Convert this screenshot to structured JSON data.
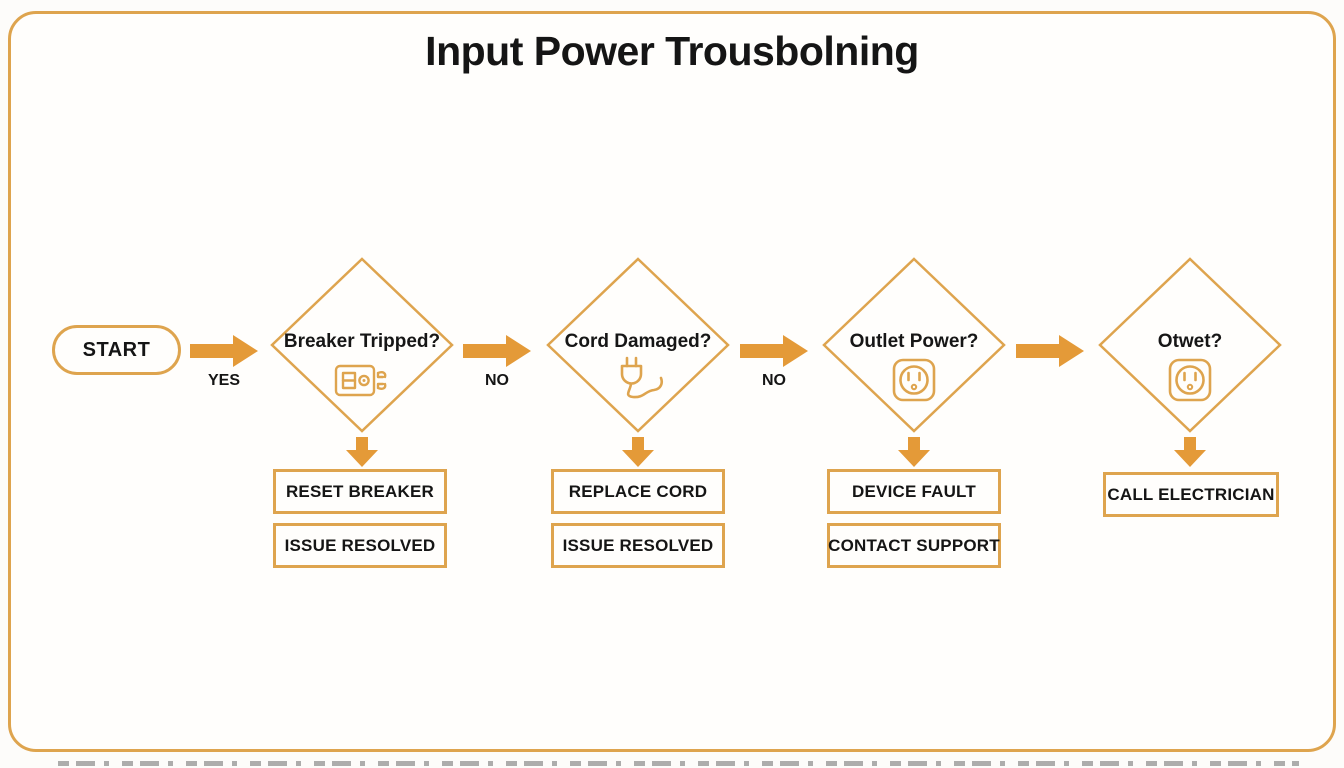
{
  "title": "Input Power Trousbolning",
  "colors": {
    "accent": "#E49A38",
    "outline": "#DEA44E",
    "ink": "#151515"
  },
  "flow": {
    "start_label": "START",
    "connectors": [
      {
        "label": "YES"
      },
      {
        "label": "NO"
      },
      {
        "label": "NO"
      },
      {
        "label": ""
      }
    ],
    "decisions": [
      {
        "label": "Breaker Tripped?",
        "icon": "breaker-icon"
      },
      {
        "label": "Cord Damaged?",
        "icon": "plug-cord-icon"
      },
      {
        "label": "Outlet Power?",
        "icon": "outlet-icon"
      },
      {
        "label": "Otwet?",
        "icon": "outlet-icon"
      }
    ],
    "outcomes": [
      {
        "primary": "RESET BREAKER",
        "secondary": "ISSUE RESOLVED"
      },
      {
        "primary": "REPLACE CORD",
        "secondary": "ISSUE RESOLVED"
      },
      {
        "primary": "DEVICE FAULT",
        "secondary": "CONTACT SUPPORT"
      },
      {
        "primary": "CALL ELECTRICIAN"
      }
    ]
  }
}
